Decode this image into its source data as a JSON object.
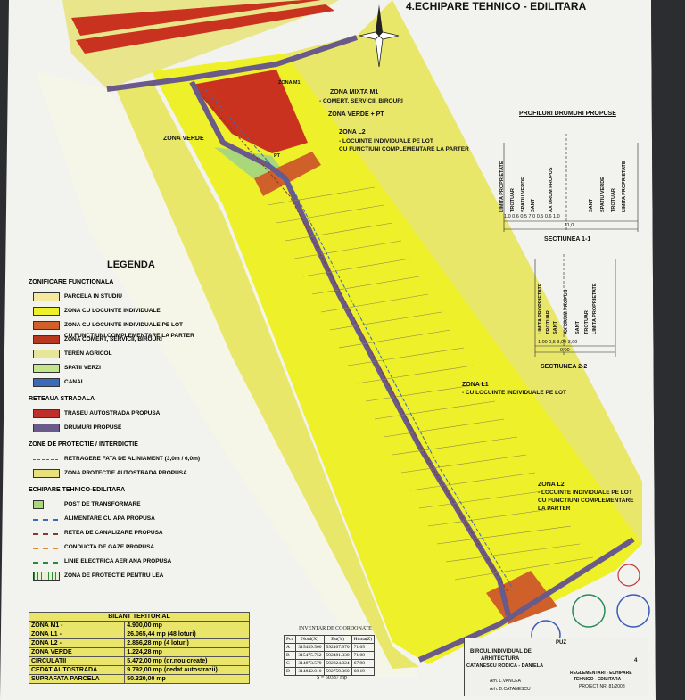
{
  "title": "4.ECHIPARE TEHNICO - EDILITARA",
  "colors": {
    "yellow": "#eef02a",
    "red": "#c8321e",
    "road": "#6a5a8a",
    "agri": "#e6e69a",
    "green": "#a8d87a",
    "paper": "#f2f2ee"
  },
  "map_labels": {
    "zona_m1": "ZONA M1",
    "zona_mixta": "ZONA MIXTA M1",
    "zona_mixta_desc": "- COMERT, SERVICII, BIROURI",
    "zona_verde_pt": "ZONA VERDE + PT",
    "zona_verde": "ZONA VERDE",
    "zona_l2": "ZONA L2",
    "zona_l2_desc1": "- LOCUINTE INDIVIDUALE PE LOT",
    "zona_l2_desc2": "CU FUNCTIUNI COMPLEMENTARE LA PARTER",
    "zona_l1": "ZONA L1",
    "zona_l1_desc": "- CU LOCUINTE INDIVIDUALE PE LOT",
    "zona_l2b": "ZONA L2",
    "zona_l2b_desc1": "- LOCUINTE INDIVIDUALE PE LOT",
    "zona_l2b_desc2": "CU FUNCTIUNI COMPLEMENTARE",
    "zona_l2b_desc3": "LA PARTER",
    "pt": "PT"
  },
  "profiles": {
    "heading": "PROFILURI DRUMURI PROPUSE",
    "s1_labels": [
      "LIMITA PROPRIETATE",
      "TROTUAR",
      "SPATIU VERDE",
      "SANT",
      "AX DRUM PROPUS",
      "SANT",
      "SPATIU VERDE",
      "TROTUAR",
      "LIMITA PROPRIETATE"
    ],
    "s1_dims": "1,0  0,6  0,5        7,0        0,5  0,6  1,0",
    "s1_total": "11,0",
    "s1_name": "SECTIUNEA 1-1",
    "s2_labels": [
      "LIMITA PROPRIETATE",
      "TROTUAR",
      "SANT",
      "AX DRUM PROPUS",
      "SANT",
      "TROTUAR",
      "LIMITA PROPRIETATE"
    ],
    "s2_dims": "1,00  0,5  3,00  3,00",
    "s2_total": "9,00",
    "s2_name": "SECTIUNEA 2-2"
  },
  "legend": {
    "title": "LEGENDA",
    "items": [
      {
        "text": "ZONIFICARE FUNCTIONALA",
        "type": "header"
      },
      {
        "text": "PARCELA IN STUDIU",
        "sw": "#f5e9a0"
      },
      {
        "text": "ZONA CU LOCUINTE INDIVIDUALE",
        "sw": "#eef02a"
      },
      {
        "text": "ZONA CU LOCUINTE INDIVIDUALE PE LOT",
        "sw": "#d0602a"
      },
      {
        "text": "CU FUNCTIUNI COMPLEMENTARE LA PARTER",
        "type": "cont"
      },
      {
        "text": "ZONA COMERT, SERVICII, BIROURI",
        "sw": "#b8381f"
      },
      {
        "text": "TEREN AGRICOL",
        "sw": "#e6e69a"
      },
      {
        "text": "SPATII VERZI",
        "sw": "#c4e68a"
      },
      {
        "text": "CANAL",
        "sw": "#3a6ab8"
      },
      {
        "text": "RETEAUA STRADALA",
        "type": "header"
      },
      {
        "text": "TRASEU AUTOSTRADA PROPUSA",
        "sw": "#c0302a"
      },
      {
        "text": "DRUMURI PROPUSE",
        "sw": "#6a5a8a"
      },
      {
        "text": "ZONE DE PROTECTIE / INTERDICTIE",
        "type": "header"
      },
      {
        "text": "RETRAGERE FATA DE ALINIAMENT (3,0m / 6,0m)",
        "sw": "none"
      },
      {
        "text": "ZONA PROTECTIE AUTOSTRADA PROPUSA",
        "sw": "#e8e07a"
      },
      {
        "text": "ECHIPARE TEHNICO-EDILITARA",
        "type": "header"
      },
      {
        "text": "POST DE TRANSFORMARE",
        "sw": "pt"
      },
      {
        "text": "ALIMENTARE CU APA PROPUSA",
        "sw": "line-blue"
      },
      {
        "text": "RETEA DE CANALIZARE PROPUSA",
        "sw": "line-brown"
      },
      {
        "text": "CONDUCTA DE GAZE PROPUSA",
        "sw": "line-orange"
      },
      {
        "text": "LINIE ELECTRICA AERIANA PROPUSA",
        "sw": "line-green"
      },
      {
        "text": "ZONA DE PROTECTIE PENTRU LEA",
        "sw": "grid"
      }
    ]
  },
  "bilant": {
    "title": "BILANT TERITORIAL",
    "rows": [
      [
        "ZONA M1 -",
        "4.900,00 mp"
      ],
      [
        "ZONA L1 -",
        "26.065,44 mp (48 loturi)"
      ],
      [
        "ZONA L2 -",
        "2.866,28 mp (4 loturi)"
      ],
      [
        "ZONA VERDE",
        "1.224,28 mp"
      ],
      [
        "CIRCULATII",
        "5.472,00 mp (dr.nou create)"
      ],
      [
        "CEDAT AUTOSTRADA",
        "9.792,00 mp (cedat autostrazii)"
      ],
      [
        "SUPRAFATA PARCELA",
        "50.320,00 mp"
      ]
    ]
  },
  "coordinates": {
    "title": "INVENTAR DE COORDONATE",
    "headers": [
      "Pct.",
      "Nord(X)",
      "Est(Y)",
      "Hnma(Z)"
    ],
    "rows": [
      [
        "A",
        "315459.500",
        "592407.970",
        "71.05"
      ],
      [
        "B",
        "315475.752",
        "592481.330",
        "71.08"
      ],
      [
        "C",
        "314873.579",
        "592824.024",
        "67.98"
      ],
      [
        "D",
        "314842.010",
        "592759.360",
        "68.19"
      ]
    ],
    "total": "S = 50387 mp"
  },
  "cartouche": {
    "office": "BIROUL INDIVIDUAL DE",
    "office2": "ARHITECTURA",
    "architect": "CATANESCU RODICA - DANIELA",
    "puz": "PUZ",
    "plansa": "4",
    "doc_title": "REGLEMENTARI - ECHIPARE",
    "doc_title2": "TEHNICO - EDILITARA",
    "project": "PROIECT NR. 81/2008",
    "sef": "Arh. L.VANCEA",
    "proiectat": "Arh. D.CATANESCU"
  }
}
